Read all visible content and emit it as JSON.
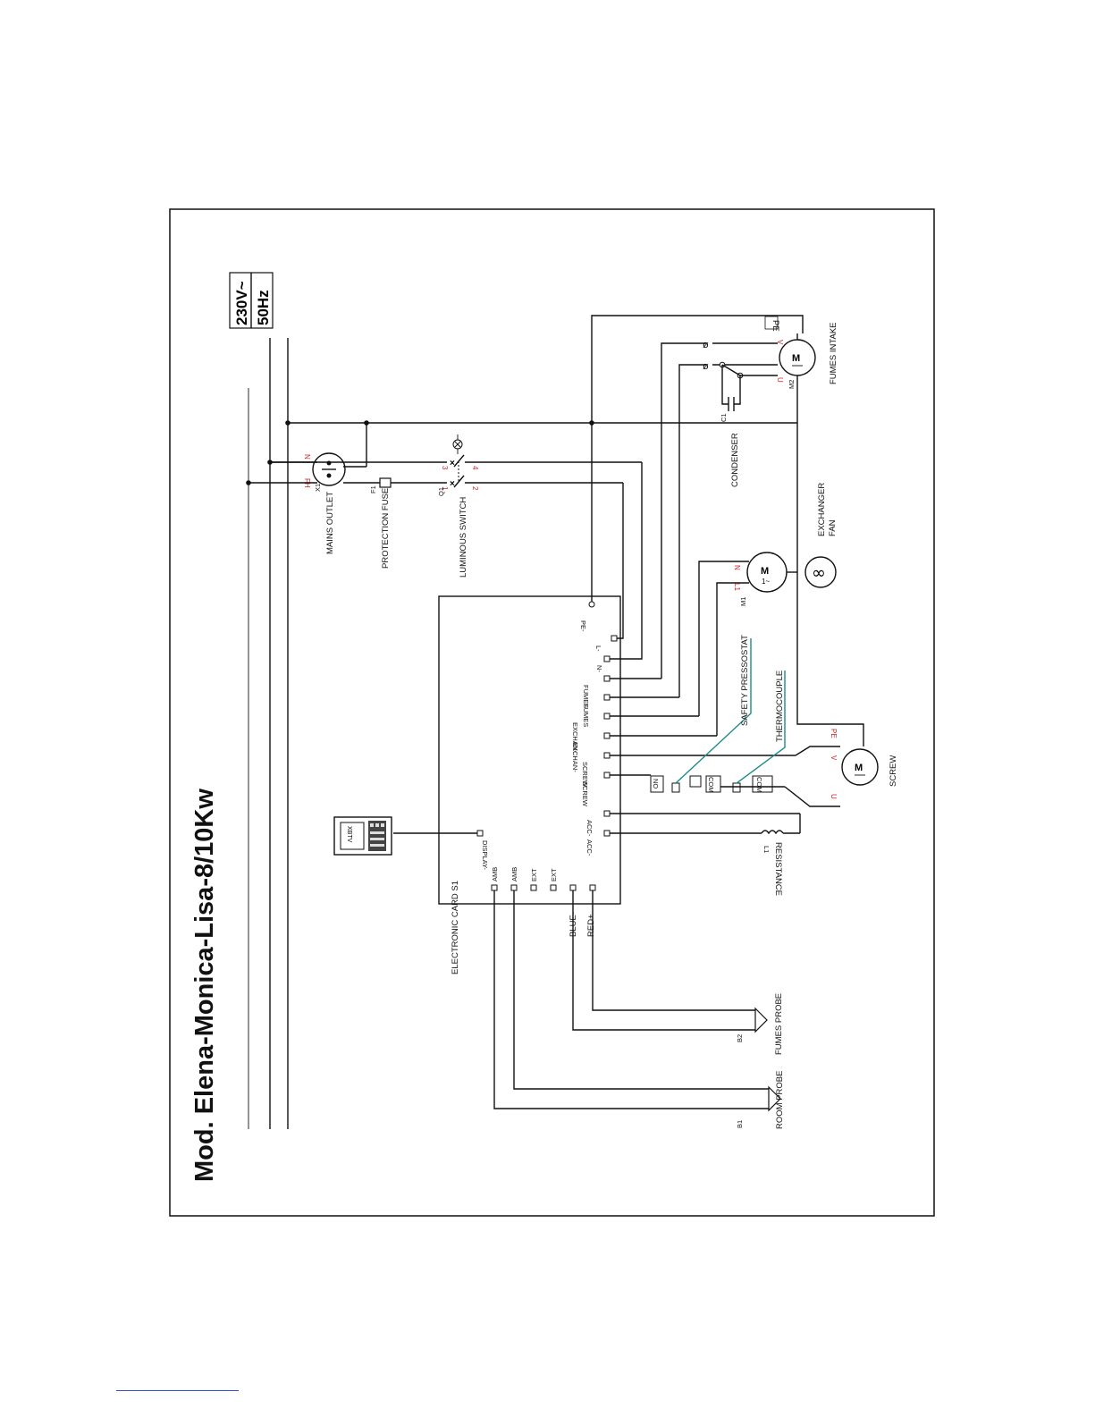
{
  "title": "Mod. Elena-Monica-Lisa-8/10Kw",
  "supply": {
    "line1": "230V~",
    "line2": "50Hz"
  },
  "components": {
    "mains_outlet": {
      "ref": "X1",
      "name": "MAINS OUTLET",
      "pin_n": "N",
      "pin_f": "FH"
    },
    "fuse": {
      "ref": "F1",
      "name": "PROTECTION FUSE"
    },
    "switch": {
      "ref": "Q1",
      "name": "LUMINOUS SWITCH",
      "p1": "1",
      "p2": "2",
      "p3": "3",
      "p4": "4"
    },
    "condenser": {
      "ref": "C1",
      "name": "CONDENSER"
    },
    "fumes_motor": {
      "ref": "M2",
      "name": "FUMES INTAKE",
      "u": "U",
      "v": "V",
      "pe": "PE"
    },
    "exch_motor": {
      "ref": "M1",
      "name_1": "EXCHANGER",
      "name_2": "FAN",
      "n": "N",
      "l1": "L1"
    },
    "screw_motor": {
      "name": "SCREW",
      "u": "U",
      "v": "V",
      "pe": "PE"
    },
    "resistance": {
      "ref": "L1",
      "name": "RESISTANCE"
    },
    "pressostat": {
      "name": "SAFETY PRESSOSTAT",
      "no": "NO",
      "com": "COM"
    },
    "thermocouple": {
      "name": "THERMOCOUPLE",
      "com": "COM"
    },
    "fumes_probe": {
      "ref": "B2",
      "name": "FUMES PROBE"
    },
    "room_probe": {
      "ref": "B1",
      "name": "ROOM PROBE"
    },
    "display": {
      "name": "XBTV"
    }
  },
  "card": {
    "name": "ELECTRONIC CARD S1",
    "pe": "PE-",
    "l": "L-",
    "n": "N-",
    "fumes1": "FUMES",
    "fumes2": "FUMES",
    "exch1": "EXCHAN-",
    "exch2": "EXCHAN-",
    "screw1": "SCREW",
    "screw2": "SCREW",
    "acc1": "ACC-",
    "acc2": "ACC-",
    "display": "DISPLAY-",
    "amb1": "AMB",
    "amb2": "AMB",
    "ext1": "EXT",
    "ext2": "EXT",
    "blue": "BLUE-",
    "red": "RED+"
  }
}
